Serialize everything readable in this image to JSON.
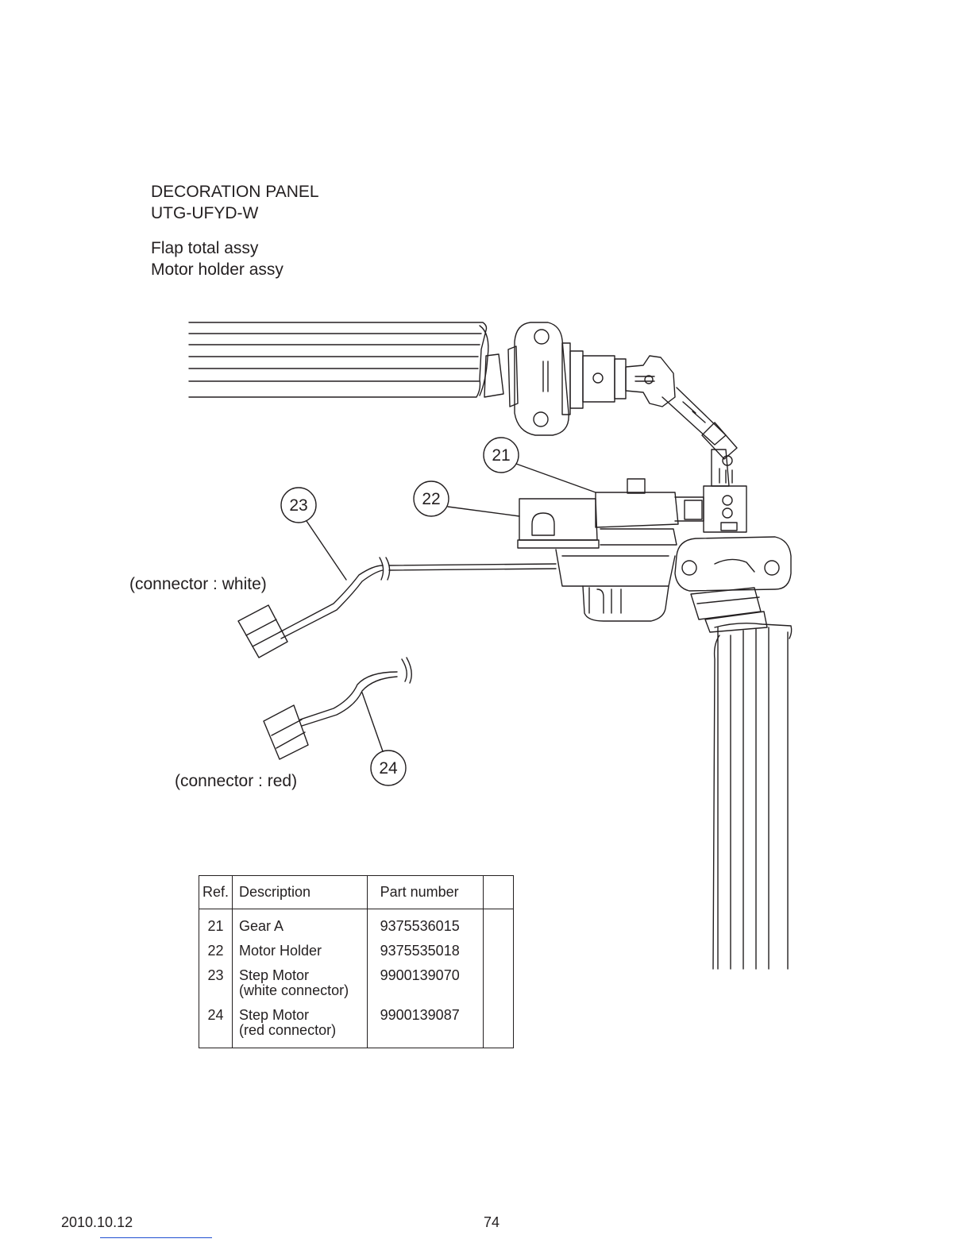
{
  "header": {
    "line1": "DECORATION PANEL",
    "line2": "UTG-UFYD-W",
    "line3": "Flap total assy",
    "line4": "Motor holder assy"
  },
  "callouts": {
    "c21": "21",
    "c22": "22",
    "c23": "23",
    "c24": "24"
  },
  "labels": {
    "connector_white": "(connector : white)",
    "connector_red": "(connector : red)"
  },
  "parts_table": {
    "headers": {
      "ref": "Ref.",
      "description": "Description",
      "part_number": "Part number",
      "blank": ""
    },
    "rows": [
      {
        "ref": "21",
        "desc1": "Gear A",
        "desc2": "",
        "part_number": "9375536015"
      },
      {
        "ref": "22",
        "desc1": "Motor Holder",
        "desc2": "",
        "part_number": "9375535018"
      },
      {
        "ref": "23",
        "desc1": "Step Motor",
        "desc2": "(white connector)",
        "part_number": "9900139070"
      },
      {
        "ref": "24",
        "desc1": "Step Motor",
        "desc2": "(red connector)",
        "part_number": "9900139087"
      }
    ]
  },
  "footer": {
    "date": "2010.10.12",
    "page": "74"
  },
  "colors": {
    "ink": "#231f20",
    "link_line": "#1f4fd1"
  }
}
